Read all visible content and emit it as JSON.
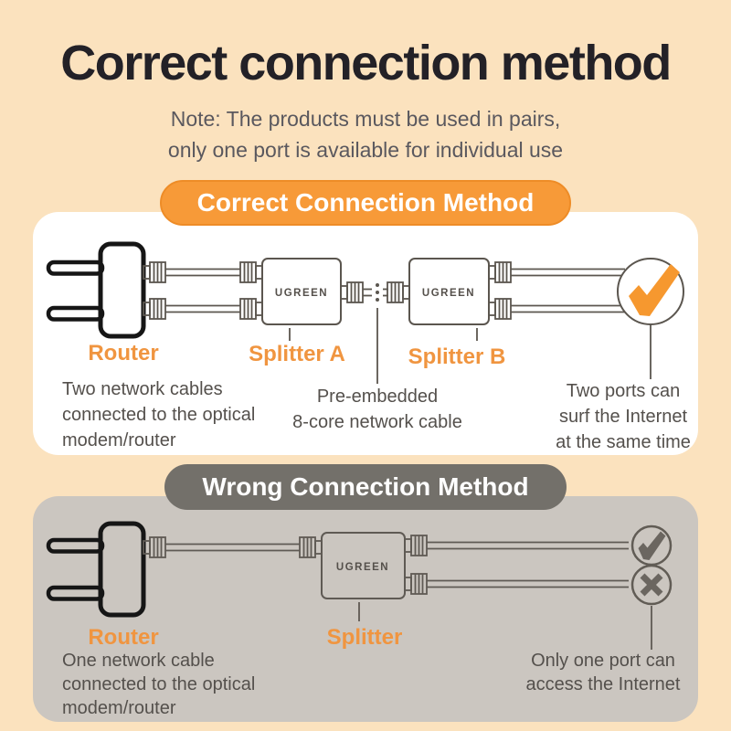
{
  "header": {
    "title": "Correct connection method",
    "note_line1": "Note: The products must be used in pairs,",
    "note_line2": "only one port is available for individual use"
  },
  "correct_section": {
    "badge_label": "Correct Connection Method",
    "router_label": "Router",
    "splitter_a_label": "Splitter A",
    "splitter_b_label": "Splitter B",
    "brand": "UGREEN",
    "desc_left": [
      "Two network cables",
      "connected to the optical",
      "modem/router"
    ],
    "desc_mid": [
      "Pre-embedded",
      "8-core network cable"
    ],
    "desc_right": [
      "Two ports can",
      "surf the Internet",
      "at the same time"
    ]
  },
  "wrong_section": {
    "badge_label": "Wrong Connection Method",
    "router_label": "Router",
    "splitter_label": "Splitter",
    "brand": "UGREEN",
    "desc_left": [
      "One network cable",
      "connected to the optical",
      "modem/router"
    ],
    "desc_right": [
      "Only one port can",
      "access the Internet"
    ]
  },
  "colors": {
    "background": "#FBE2BE",
    "badge_orange": "#F79A38",
    "check_orange": "#F6982F",
    "label_orange": "#F09540",
    "badge_gray": "#73706A",
    "panel_gray": "#CBC6C0",
    "panel_white": "#FFFFFF",
    "title_dark": "#232127",
    "body_text_gray": "#54504C",
    "line_gray": "#5B564F",
    "plug_black": "#161616"
  }
}
